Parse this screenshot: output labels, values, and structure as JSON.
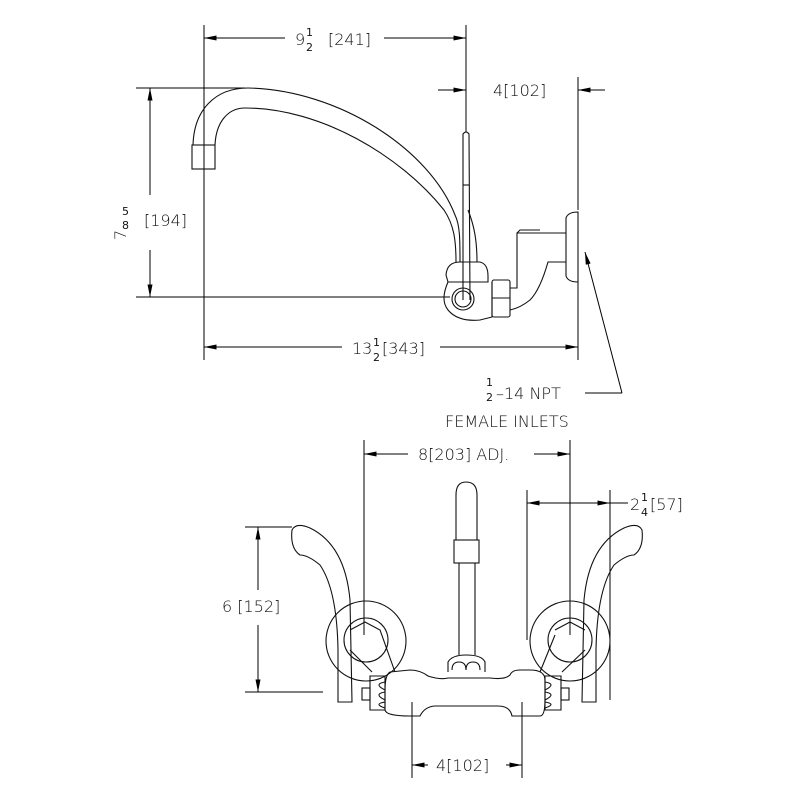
{
  "side_view": {
    "dim_spout_reach": {
      "whole": "9",
      "num": "1",
      "den": "2",
      "metric": "[241]"
    },
    "dim_wall_offset": {
      "label": "4[102]"
    },
    "dim_height": {
      "whole": "7",
      "num": "5",
      "den": "8",
      "metric": "[194]"
    },
    "dim_overall": {
      "whole": "13",
      "num": "1",
      "den": "2",
      "metric": "[343]"
    },
    "inlet_note": {
      "num": "1",
      "den": "2",
      "line1": "–14 NPT",
      "line2": "FEMALE INLETS"
    }
  },
  "front_view": {
    "dim_centers": {
      "label": "8[203] ADJ."
    },
    "dim_flange": {
      "whole": "2",
      "num": "1",
      "den": "4",
      "metric": "[57]"
    },
    "dim_height": {
      "label": "6 [152]"
    },
    "dim_body": {
      "label": "4[102]"
    }
  },
  "colors": {
    "line": "#000000",
    "background": "#ffffff"
  }
}
